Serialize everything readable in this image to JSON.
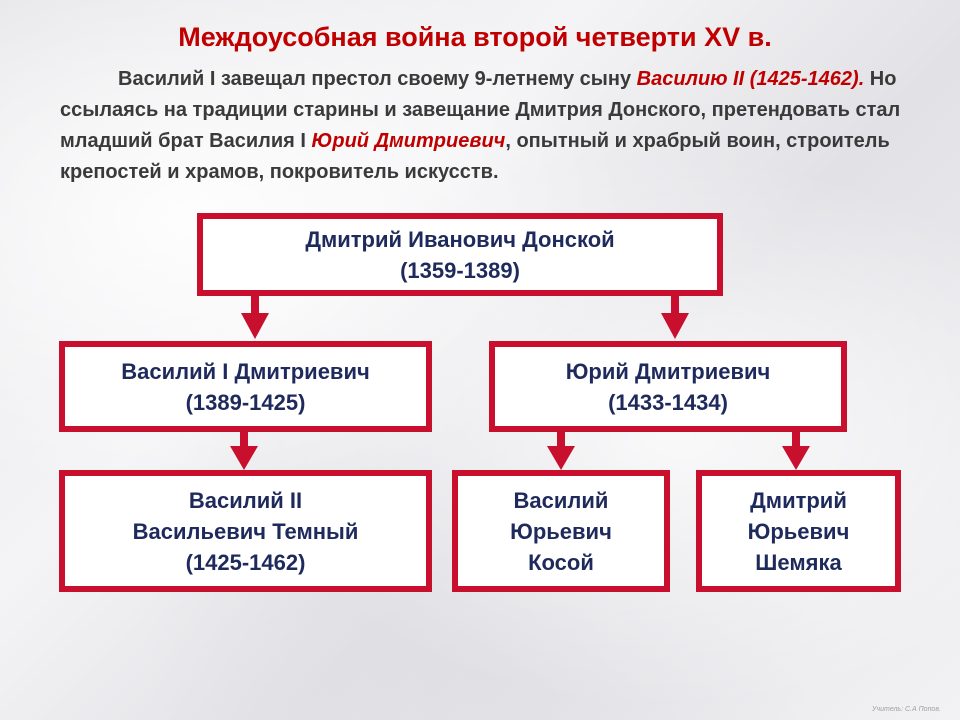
{
  "title": "Междоусобная война второй четверти XV в.",
  "intro": {
    "part1": "Василий I завещал престол своему 9-летнему сыну ",
    "highlight1": "Василию II (1425-1462).",
    "part2": " Но ссылаясь на традиции старины и завещание Дмитрия Донского, претендовать стал младший брат Василия I ",
    "highlight2": "Юрий Дмитриевич",
    "part3": ", опытный и храбрый воин, строитель крепостей и храмов, покровитель искусств."
  },
  "tree": {
    "root": {
      "line1": "Дмитрий Иванович Донской",
      "line2": "(1359-1389)"
    },
    "vasily1": {
      "line1": "Василий I Дмитриевич",
      "line2": "(1389-1425)"
    },
    "yuri": {
      "line1": "Юрий Дмитриевич",
      "line2": "(1433-1434)"
    },
    "vasily2": {
      "line1": "Василий II",
      "line2": "Васильевич Темный",
      "line3": "(1425-1462)"
    },
    "kosoy": {
      "line1": "Василий",
      "line2": "Юрьевич",
      "line3": "Косой"
    },
    "shemyaka": {
      "line1": "Дмитрий",
      "line2": "Юрьевич",
      "line3": "Шемяка"
    }
  },
  "credit": "Учитель: С.А Попов.",
  "colors": {
    "accent": "#c8102e",
    "text_blue": "#1f2a5c",
    "title_red": "#c00000"
  }
}
